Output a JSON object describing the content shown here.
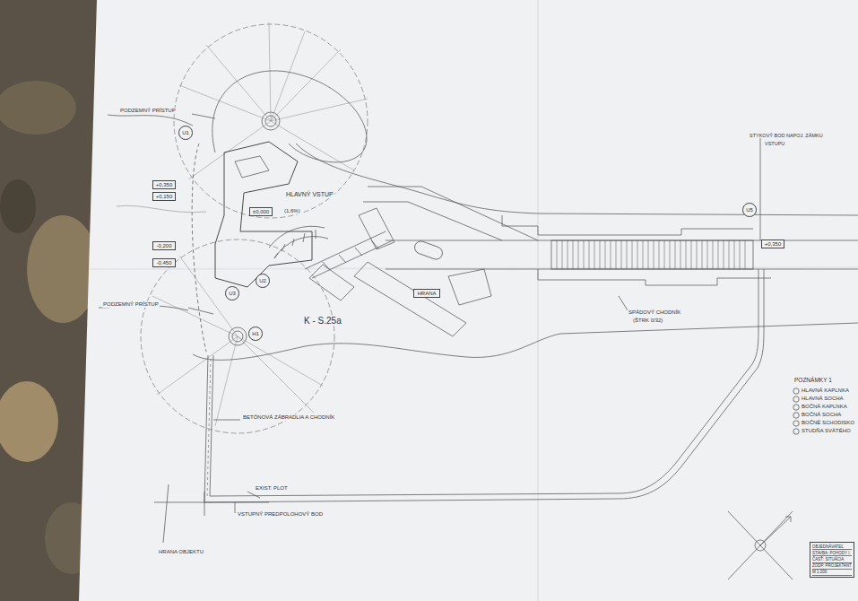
{
  "diagram": {
    "nodes": [
      {
        "text": [
          "+0,350"
        ]
      },
      {
        "text": [
          "+0,150"
        ]
      },
      {
        "text": [
          "±0,000"
        ]
      },
      {
        "text": [
          "-0,200"
        ]
      },
      {
        "text": [
          "-0,450"
        ]
      },
      {
        "text": [
          "U1"
        ]
      },
      {
        "text": [
          "U2"
        ]
      },
      {
        "text": [
          "H1"
        ]
      },
      {
        "text": [
          "U3"
        ]
      },
      {
        "text": [
          "U5"
        ]
      },
      {
        "text": [
          "+0,350"
        ]
      },
      {
        "text": [
          "HRANA"
        ]
      },
      {
        "text": [
          "OBJEDNÁVATEĽ",
          "STAVBA: POHODY I.",
          "ČASŤ: SITUÁCIA",
          "ZODP. PROJEKTANT",
          "M 1:200"
        ]
      }
    ],
    "labels": [
      "PODZEMNÝ PRÍSTUP",
      "HLAVNÝ VSTUP",
      "(1,6%)",
      "PODZEMNÝ PRÍSTUP",
      "K - S.25a",
      "BETÓNOVÁ ZÁBRADLIA A CHODNÍK",
      "SPÁDOVÝ CHODNÍK",
      "(ŠTRK 0/32)",
      "STYKOVÝ BOD NAPOJ. ZÁMKU",
      "VSTUPU",
      "EXIST. PLOT",
      "VSTUPNÝ PREDPOLOHOVÝ BOD",
      "HRANA OBJEKTU",
      "POZNÁMKY 1"
    ],
    "legend": [
      {
        "text": "HLAVNÁ KAPLNKA"
      },
      {
        "text": "HLAVNÁ SOCHA"
      },
      {
        "text": "BOČNÁ KAPLNKA"
      },
      {
        "text": "BOČNÁ SOCHA"
      },
      {
        "text": "BOČNÉ SCHODISKO"
      },
      {
        "text": "STUDŇA SVÄTÉHO"
      }
    ]
  }
}
